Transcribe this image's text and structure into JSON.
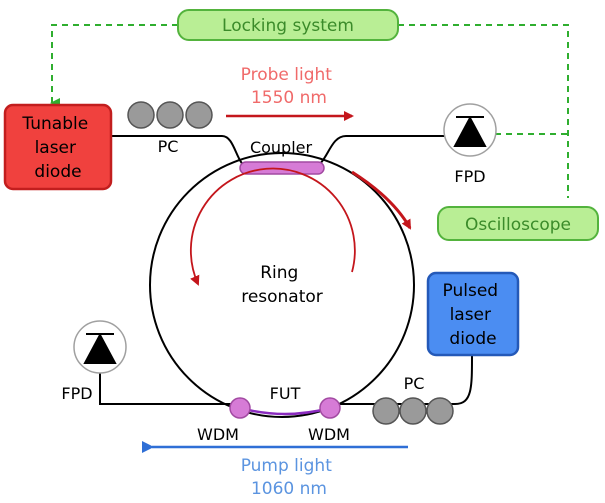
{
  "boxes": {
    "locking": {
      "label": "Locking system"
    },
    "tunable": {
      "lines": [
        "Tunable",
        "laser",
        "diode"
      ]
    },
    "oscilloscope": {
      "label": "Oscilloscope"
    },
    "pulsed": {
      "lines": [
        "Pulsed",
        "laser",
        "diode"
      ]
    }
  },
  "labels": {
    "probe": [
      "Probe light",
      "1550 nm"
    ],
    "pump": [
      "Pump light",
      "1060 nm"
    ],
    "pc_top": "PC",
    "pc_bottom": "PC",
    "coupler": "Coupler",
    "fpd_right": "FPD",
    "fpd_left": "FPD",
    "ring": [
      "Ring",
      "resonator"
    ],
    "fut": "FUT",
    "wdm_left": "WDM",
    "wdm_right": "WDM"
  },
  "colors": {
    "red_fill": "#f0413e",
    "red_stroke": "#c21e1e",
    "green_fill": "#b9ee95",
    "green_stroke": "#53b33d",
    "green_text": "#3b8b2a",
    "green_dash": "#2fae2f",
    "blue_fill": "#4b8df2",
    "blue_stroke": "#2459b8",
    "pink_text": "#f06a6a",
    "dark_red_arrow": "#c4161c",
    "blue_text": "#5b94e0",
    "blue_arrow": "#2f6fd6",
    "magenta": "#d67bd6",
    "purple": "#8a2bbf",
    "gray_pc": "#9a9a9a"
  }
}
